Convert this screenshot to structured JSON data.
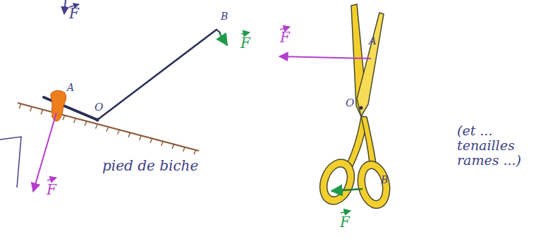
{
  "diagram": {
    "labels": [
      "F",
      "B",
      "F",
      "F",
      "A",
      "O",
      "F",
      "pied de biche",
      "A",
      "O",
      "B",
      "F",
      "(et ... tenailles rames ...)"
    ]
  }
}
